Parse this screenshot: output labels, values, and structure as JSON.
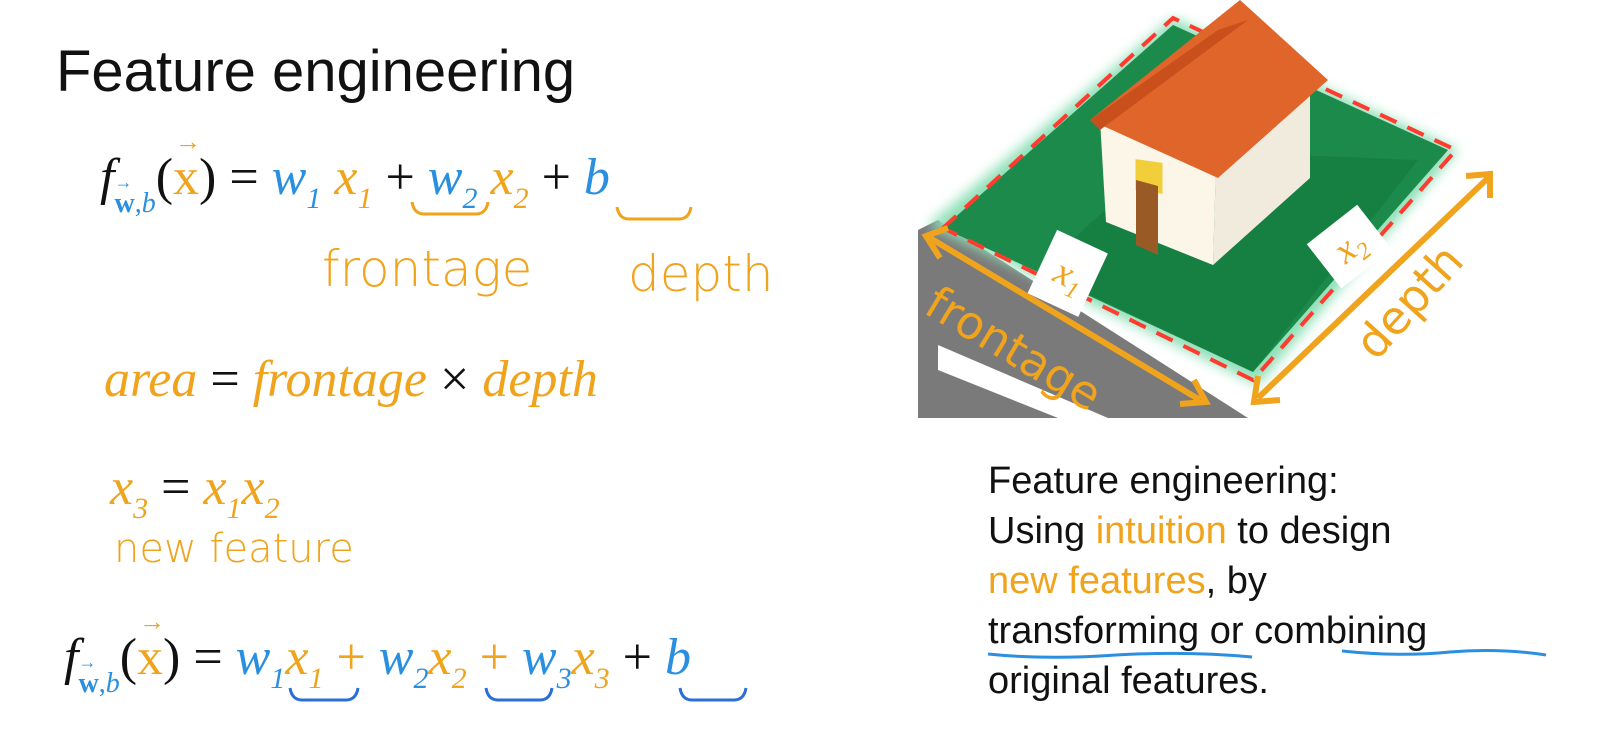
{
  "title": "Feature engineering",
  "eq1": {
    "f": "f",
    "sub_w": "w",
    "sub_comma": ",",
    "sub_b": "b",
    "x_vec": "x",
    "open_paren": "(",
    "close_paren": ")",
    "equals": "=",
    "w1": "w",
    "w1_sub": "1",
    "x1": "x",
    "x1_sub": "1",
    "plus1": "+",
    "w2": "w",
    "w2_sub": "2",
    "x2": "x",
    "x2_sub": "2",
    "plus2": "+",
    "b": "b"
  },
  "annot": {
    "frontage": "frontage",
    "depth": "depth"
  },
  "eq2": {
    "area": "area",
    "equals": "=",
    "frontage": "frontage",
    "times": "×",
    "depth": "depth"
  },
  "eq3": {
    "x3": "x",
    "x3_sub": "3",
    "equals": "=",
    "x1": "x",
    "x1_sub": "1",
    "x2": "x",
    "x2_sub": "2",
    "note": "new feature"
  },
  "eq4": {
    "f": "f",
    "sub_w": "w",
    "sub_comma": ",",
    "sub_b": "b",
    "x_vec": "x",
    "open_paren": "(",
    "close_paren": ")",
    "equals": "=",
    "w1": "w",
    "w1_sub": "1",
    "x1": "x",
    "x1_sub": "1",
    "plus1": "+",
    "w2": "w",
    "w2_sub": "2",
    "x2": "x",
    "x2_sub": "2",
    "plus2": "+",
    "w3": "w",
    "w3_sub": "3",
    "x3": "x",
    "x3_sub": "3",
    "plus3": "+",
    "b": "b"
  },
  "illustration": {
    "label_x1": "x",
    "label_x1_sub": "1",
    "label_x2": "x",
    "label_x2_sub": "2",
    "frontage": "frontage",
    "depth": "depth"
  },
  "definition": {
    "line1": "Feature engineering:",
    "using": "Using ",
    "intuition": "intuition",
    "to_design": " to design",
    "new_features": "new features",
    "by": ", by",
    "transforming": "transforming",
    "or": " or ",
    "combining": "combining",
    "original": "original features."
  },
  "colors": {
    "blue": "#2b8fe0",
    "orange": "#f0a31c",
    "roof": "#e0652a",
    "lawn": "#1f8a4c",
    "road": "#777777"
  }
}
